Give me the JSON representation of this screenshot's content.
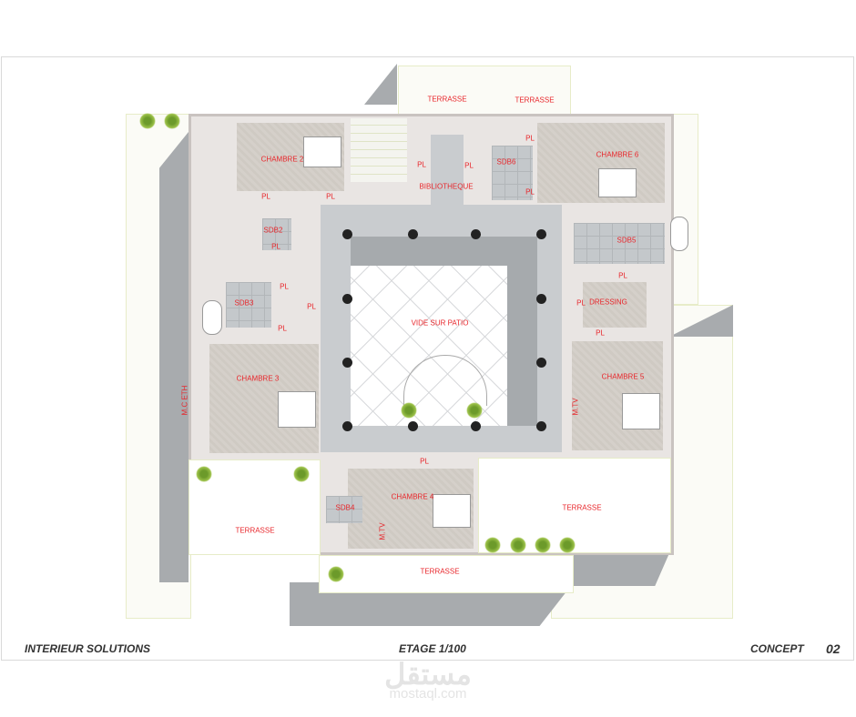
{
  "plan": {
    "rooms": {
      "terrasse_top_left": "TERRASSE",
      "terrasse_top_right": "TERRASSE",
      "chambre2": "CHAMBRE 2",
      "chambre6": "CHAMBRE 6",
      "bibliotheque": "BIBLIOTHEQUE",
      "sdb6": "SDB6",
      "sdb2": "SDB2",
      "sdb5": "SDB5",
      "sdb3": "SDB3",
      "dressing": "DRESSING",
      "patio": "VIDE SUR PATIO",
      "chambre3": "CHAMBRE 3",
      "chambre5": "CHAMBRE 5",
      "mtv5": "M.TV",
      "mceth": "M.C ETH",
      "chambre4": "CHAMBRE 4",
      "sdb4": "SDB4",
      "mtv4": "M.TV",
      "terrasse_east": "TERRASSE",
      "terrasse_west": "TERRASSE",
      "terrasse_south": "TERRASSE"
    },
    "pl": "PL"
  },
  "footer": {
    "company": "INTERIEUR SOLUTIONS",
    "sheet_title": "ETAGE 1/100",
    "phase": "CONCEPT",
    "sheet_number": "02"
  },
  "watermark": {
    "arabic": "مستقل",
    "site": "mostaql.com"
  }
}
